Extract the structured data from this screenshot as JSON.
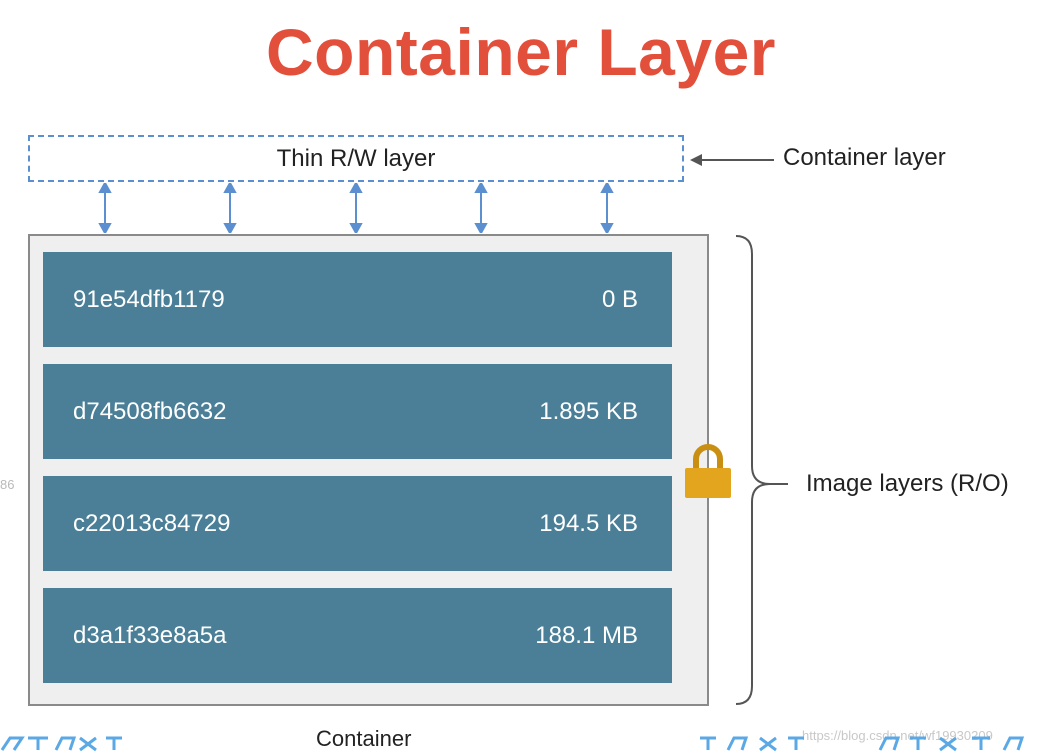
{
  "title": "Container Layer",
  "rw_layer": {
    "label": "Thin R/W layer"
  },
  "container_layer_label": "Container layer",
  "image_layers": [
    {
      "id": "91e54dfb1179",
      "size": "0 B"
    },
    {
      "id": "d74508fb6632",
      "size": "1.895 KB"
    },
    {
      "id": "c22013c84729",
      "size": "194.5 KB"
    },
    {
      "id": "d3a1f33e8a5a",
      "size": "188.1 MB"
    }
  ],
  "image_layers_label": "Image layers (R/O)",
  "container_caption": "Container",
  "side_number": "86",
  "watermark": "https://blog.csdn.net/wf19930209",
  "colors": {
    "title": "#e2503c",
    "layer_fill": "#4a7f97",
    "arrow_blue": "#5b8fd0",
    "lock_gold": "#e3a51e"
  },
  "icons": [
    "lock-icon",
    "left-arrow-icon",
    "double-arrow-icon",
    "curly-brace-icon"
  ]
}
